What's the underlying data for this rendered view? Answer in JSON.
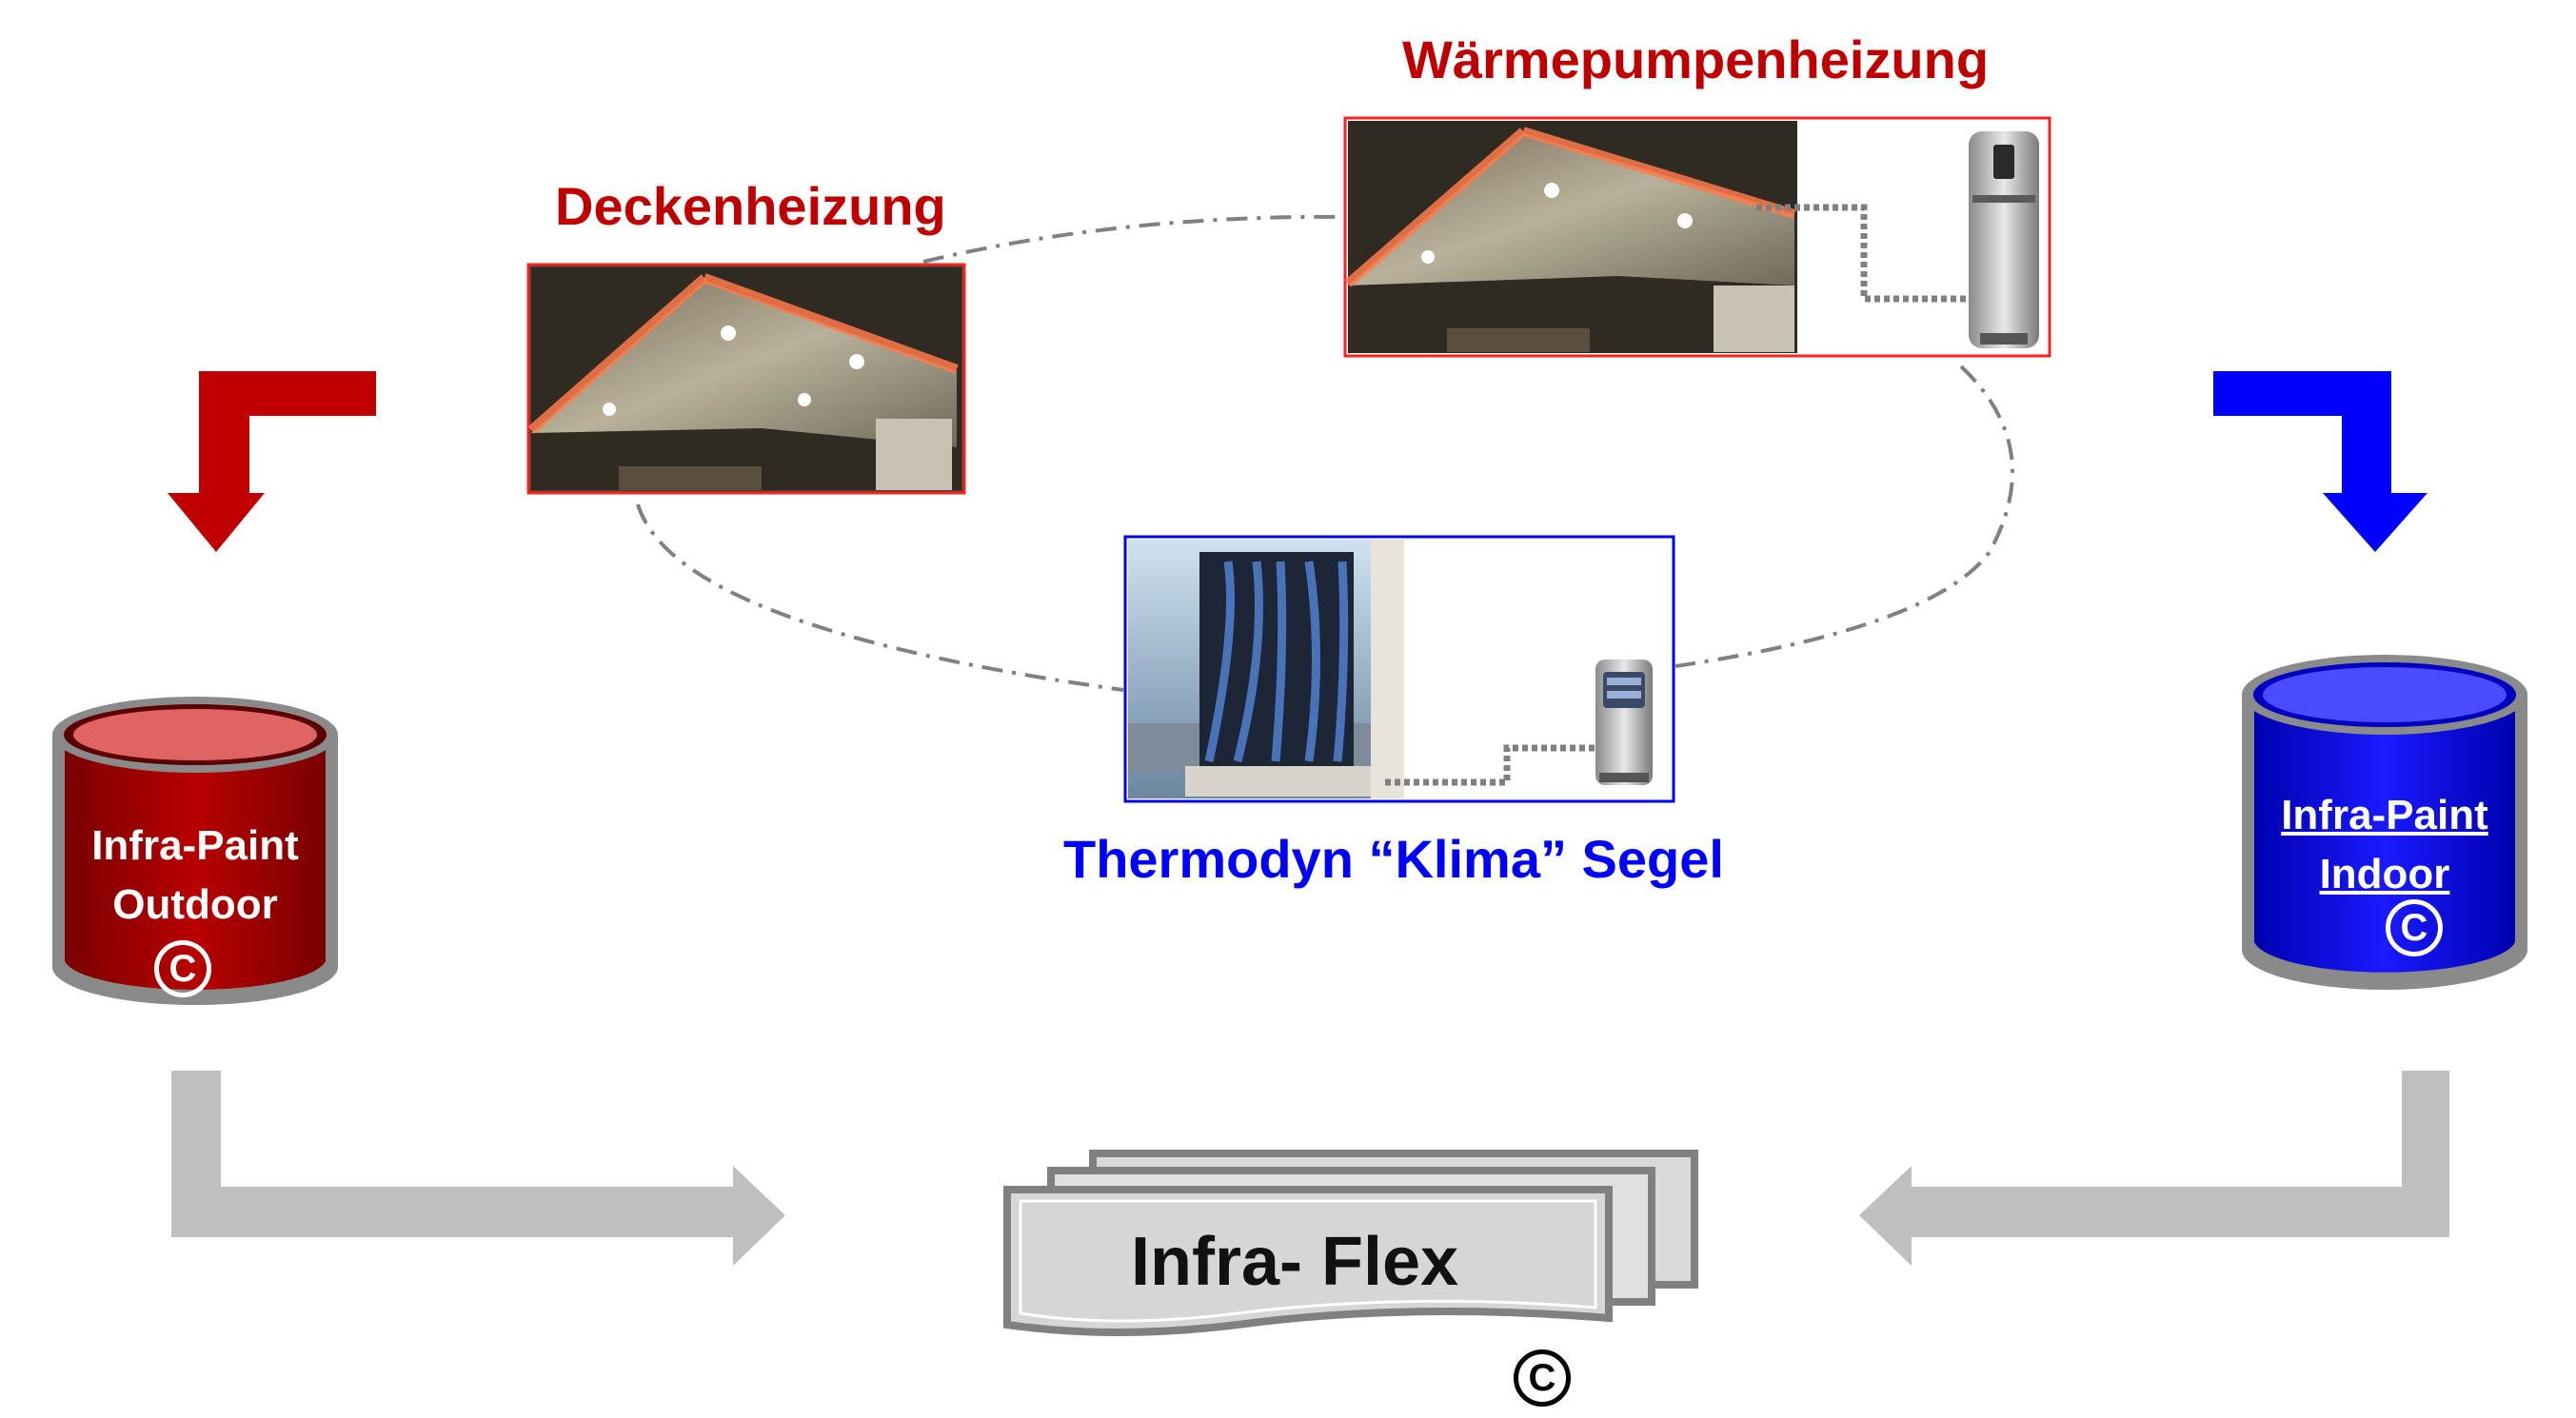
{
  "labels": {
    "ceiling_heating": "Deckenheizung",
    "heat_pump_heating": "Wärmepumpenheizung",
    "thermodyn_sail": "Thermodyn “Klima” Segel",
    "paint_outdoor_line1": "Infra-Paint",
    "paint_outdoor_line2": "Outdoor",
    "paint_indoor_line1": "Infra-Paint",
    "paint_indoor_line2": "Indoor",
    "infra_flex": "Infra- Flex",
    "copyright_symbol": "C"
  },
  "colors": {
    "red": "#c00000",
    "dark_red": "#a00000",
    "blue": "#0000ff",
    "gray": "#bfbfbf"
  },
  "icons": {
    "outdoor_paint": "paint-bucket-icon",
    "indoor_paint": "paint-bucket-icon",
    "heat_pump": "heat-pump-icon"
  }
}
